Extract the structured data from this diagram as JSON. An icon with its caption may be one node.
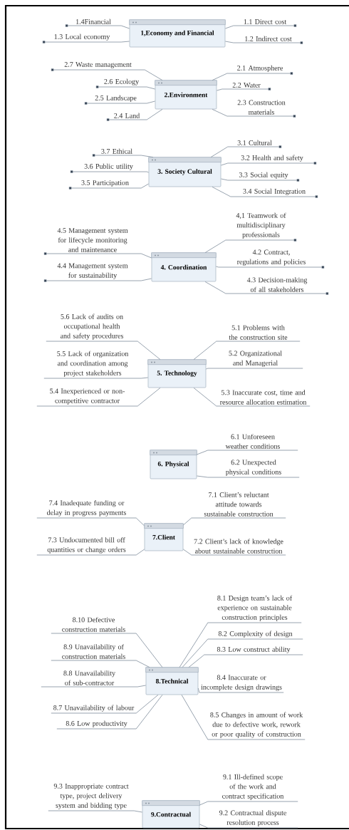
{
  "diagram": {
    "nodes": [
      {
        "text": [
          "1,Economy and Financial"
        ]
      },
      {
        "text": [
          "1.4Financial"
        ]
      },
      {
        "text": [
          "1.3 Local economy"
        ]
      },
      {
        "text": [
          "1.1 Direct cost"
        ]
      },
      {
        "text": [
          "1.2 Indirect cost"
        ]
      },
      {
        "text": [
          "2.Environment"
        ]
      },
      {
        "text": [
          "2.7 Waste management"
        ]
      },
      {
        "text": [
          "2.6 Ecology"
        ]
      },
      {
        "text": [
          "2.5 Landscape"
        ]
      },
      {
        "text": [
          "2.4 Land"
        ]
      },
      {
        "text": [
          "2.1 Atmosphere"
        ]
      },
      {
        "text": [
          "2.2 Water"
        ]
      },
      {
        "text": [
          "2.3 Construction materials"
        ]
      },
      {
        "text": [
          "3. Society Cultural"
        ]
      },
      {
        "text": [
          "3.7 Ethical"
        ]
      },
      {
        "text": [
          "3.6 Public utility"
        ]
      },
      {
        "text": [
          "3.5 Participation"
        ]
      },
      {
        "text": [
          "3.1 Cultural"
        ]
      },
      {
        "text": [
          "3.2 Health and safety"
        ]
      },
      {
        "text": [
          "3.3 Social equity"
        ]
      },
      {
        "text": [
          "3.4 Social Integration"
        ]
      },
      {
        "text": [
          "4. Coordination"
        ]
      },
      {
        "text": [
          "4.5 Management system for lifecycle monitoring and maintenance"
        ]
      },
      {
        "text": [
          "4.4 Management system for sustainability"
        ]
      },
      {
        "text": [
          "4,1 Teamwork of multidisciplinary professionals"
        ]
      },
      {
        "text": [
          "4.2 Contract, regulations and policies"
        ]
      },
      {
        "text": [
          "4.3 Decision-making of all stakeholders"
        ]
      },
      {
        "text": [
          "5. Technology"
        ]
      },
      {
        "text": [
          "5.6 Lack of audits on occupational health and safety procedures"
        ]
      },
      {
        "text": [
          "5.5 Lack of organization and coordination among project stakeholders"
        ]
      },
      {
        "text": [
          "5.4 Inexperienced or non-competitive contractor"
        ]
      },
      {
        "text": [
          "5.1 Problems with the construction site"
        ]
      },
      {
        "text": [
          "5.2 Organizational and Managerial"
        ]
      },
      {
        "text": [
          "5.3 Inaccurate cost, time and resource allocation estimation"
        ]
      },
      {
        "text": [
          "6. Physical"
        ]
      },
      {
        "text": [
          "6.1 Unforeseen weather conditions"
        ]
      },
      {
        "text": [
          "6.2 Unexpected physical conditions"
        ]
      },
      {
        "text": [
          "7.Client"
        ]
      },
      {
        "text": [
          "7.4 Inadequate funding or delay in progress payments"
        ]
      },
      {
        "text": [
          "7.3 Undocumented bill off quantities or change orders"
        ]
      },
      {
        "text": [
          "7.1 Client’s reluctant attitude towards sustainable construction"
        ]
      },
      {
        "text": [
          "7.2 Client’s lack of knowledge about sustainable construction"
        ]
      },
      {
        "text": [
          "8.Technical"
        ]
      },
      {
        "text": [
          "8.10 Defective construction materials"
        ]
      },
      {
        "text": [
          "8.9 Unavailability of construction materials"
        ]
      },
      {
        "text": [
          "8.8 Unavailability of sub-contractor"
        ]
      },
      {
        "text": [
          "8.7 Unavailability of labour"
        ]
      },
      {
        "text": [
          "8.6 Low productivity"
        ]
      },
      {
        "text": [
          "8.1 Design team’s lack of experience on sustainable construction principles"
        ]
      },
      {
        "text": [
          "8.2 Complexity of design"
        ]
      },
      {
        "text": [
          "8.3 Low construct ability"
        ]
      },
      {
        "text": [
          "8.4 Inaccurate or incomplete design drawings"
        ]
      },
      {
        "text": [
          "8.5 Changes in amount of work due to defective work, rework or poor quality of construction"
        ]
      },
      {
        "text": [
          "9.Contractual"
        ]
      },
      {
        "text": [
          "9.3 Inappropriate contract type, project delivery system and bidding type"
        ]
      },
      {
        "text": [
          "9.1 Ill-defined scope of the work and contract specification"
        ]
      },
      {
        "text": [
          "9.2 Contractual dispute resolution process"
        ]
      }
    ],
    "edges": [
      {
        "from": 0,
        "to": 1,
        "arrow": "other"
      },
      {
        "from": 0,
        "to": 2,
        "arrow": "other"
      },
      {
        "from": 0,
        "to": 3,
        "arrow": "other"
      },
      {
        "from": 0,
        "to": 4,
        "arrow": "other"
      },
      {
        "from": 5,
        "to": 6,
        "arrow": "other"
      },
      {
        "from": 5,
        "to": 7,
        "arrow": "other"
      },
      {
        "from": 5,
        "to": 8,
        "arrow": "other"
      },
      {
        "from": 5,
        "to": 9,
        "arrow": "other"
      },
      {
        "from": 5,
        "to": 10,
        "arrow": "other"
      },
      {
        "from": 5,
        "to": 11,
        "arrow": "other"
      },
      {
        "from": 5,
        "to": 12,
        "arrow": "other"
      },
      {
        "from": 13,
        "to": 14,
        "arrow": "other"
      },
      {
        "from": 13,
        "to": 15,
        "arrow": "other"
      },
      {
        "from": 13,
        "to": 16,
        "arrow": "other"
      },
      {
        "from": 13,
        "to": 17,
        "arrow": "other"
      },
      {
        "from": 13,
        "to": 18,
        "arrow": "other"
      },
      {
        "from": 13,
        "to": 19,
        "arrow": "other"
      },
      {
        "from": 13,
        "to": 20,
        "arrow": "other"
      },
      {
        "from": 21,
        "to": 22,
        "arrow": "other"
      },
      {
        "from": 21,
        "to": 23,
        "arrow": "other"
      },
      {
        "from": 21,
        "to": 24,
        "arrow": "other"
      },
      {
        "from": 21,
        "to": 25,
        "arrow": "other"
      },
      {
        "from": 21,
        "to": 26,
        "arrow": "other"
      },
      {
        "from": 27,
        "to": 28,
        "arrow": "none"
      },
      {
        "from": 27,
        "to": 29,
        "arrow": "none"
      },
      {
        "from": 27,
        "to": 30,
        "arrow": "none"
      },
      {
        "from": 27,
        "to": 31,
        "arrow": "none"
      },
      {
        "from": 27,
        "to": 32,
        "arrow": "none"
      },
      {
        "from": 27,
        "to": 33,
        "arrow": "none"
      },
      {
        "from": 34,
        "to": 35,
        "arrow": "none"
      },
      {
        "from": 34,
        "to": 36,
        "arrow": "none"
      },
      {
        "from": 37,
        "to": 38,
        "arrow": "none"
      },
      {
        "from": 37,
        "to": 39,
        "arrow": "none"
      },
      {
        "from": 37,
        "to": 40,
        "arrow": "none"
      },
      {
        "from": 37,
        "to": 41,
        "arrow": "none"
      },
      {
        "from": 42,
        "to": 43,
        "arrow": "none"
      },
      {
        "from": 42,
        "to": 44,
        "arrow": "none"
      },
      {
        "from": 42,
        "to": 45,
        "arrow": "none"
      },
      {
        "from": 42,
        "to": 46,
        "arrow": "none"
      },
      {
        "from": 42,
        "to": 47,
        "arrow": "none"
      },
      {
        "from": 42,
        "to": 48,
        "arrow": "none"
      },
      {
        "from": 42,
        "to": 49,
        "arrow": "none"
      },
      {
        "from": 42,
        "to": 50,
        "arrow": "none"
      },
      {
        "from": 42,
        "to": 51,
        "arrow": "none"
      },
      {
        "from": 42,
        "to": 52,
        "arrow": "none"
      },
      {
        "from": 53,
        "to": 54,
        "arrow": "none"
      },
      {
        "from": 53,
        "to": 55,
        "arrow": "none"
      },
      {
        "from": 53,
        "to": 56,
        "arrow": "none"
      }
    ]
  }
}
